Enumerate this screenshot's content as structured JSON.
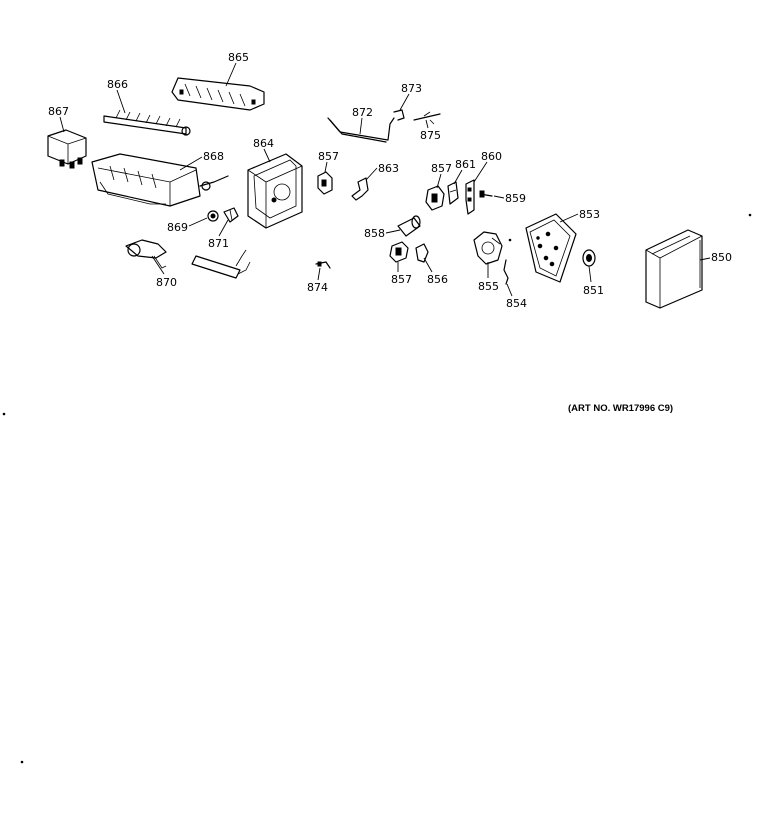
{
  "labels": {
    "p850": "850",
    "p851": "851",
    "p853": "853",
    "p854": "854",
    "p855": "855",
    "p856": "856",
    "p857a": "857",
    "p857b": "857",
    "p857c": "857",
    "p858": "858",
    "p859": "859",
    "p860": "860",
    "p861": "861",
    "p863": "863",
    "p864": "864",
    "p865": "865",
    "p866": "866",
    "p867": "867",
    "p868": "868",
    "p869": "869",
    "p870": "870",
    "p871": "871",
    "p872": "872",
    "p873": "873",
    "p874": "874",
    "p875": "875"
  },
  "art_number": "(ART NO. WR17996 C9)"
}
